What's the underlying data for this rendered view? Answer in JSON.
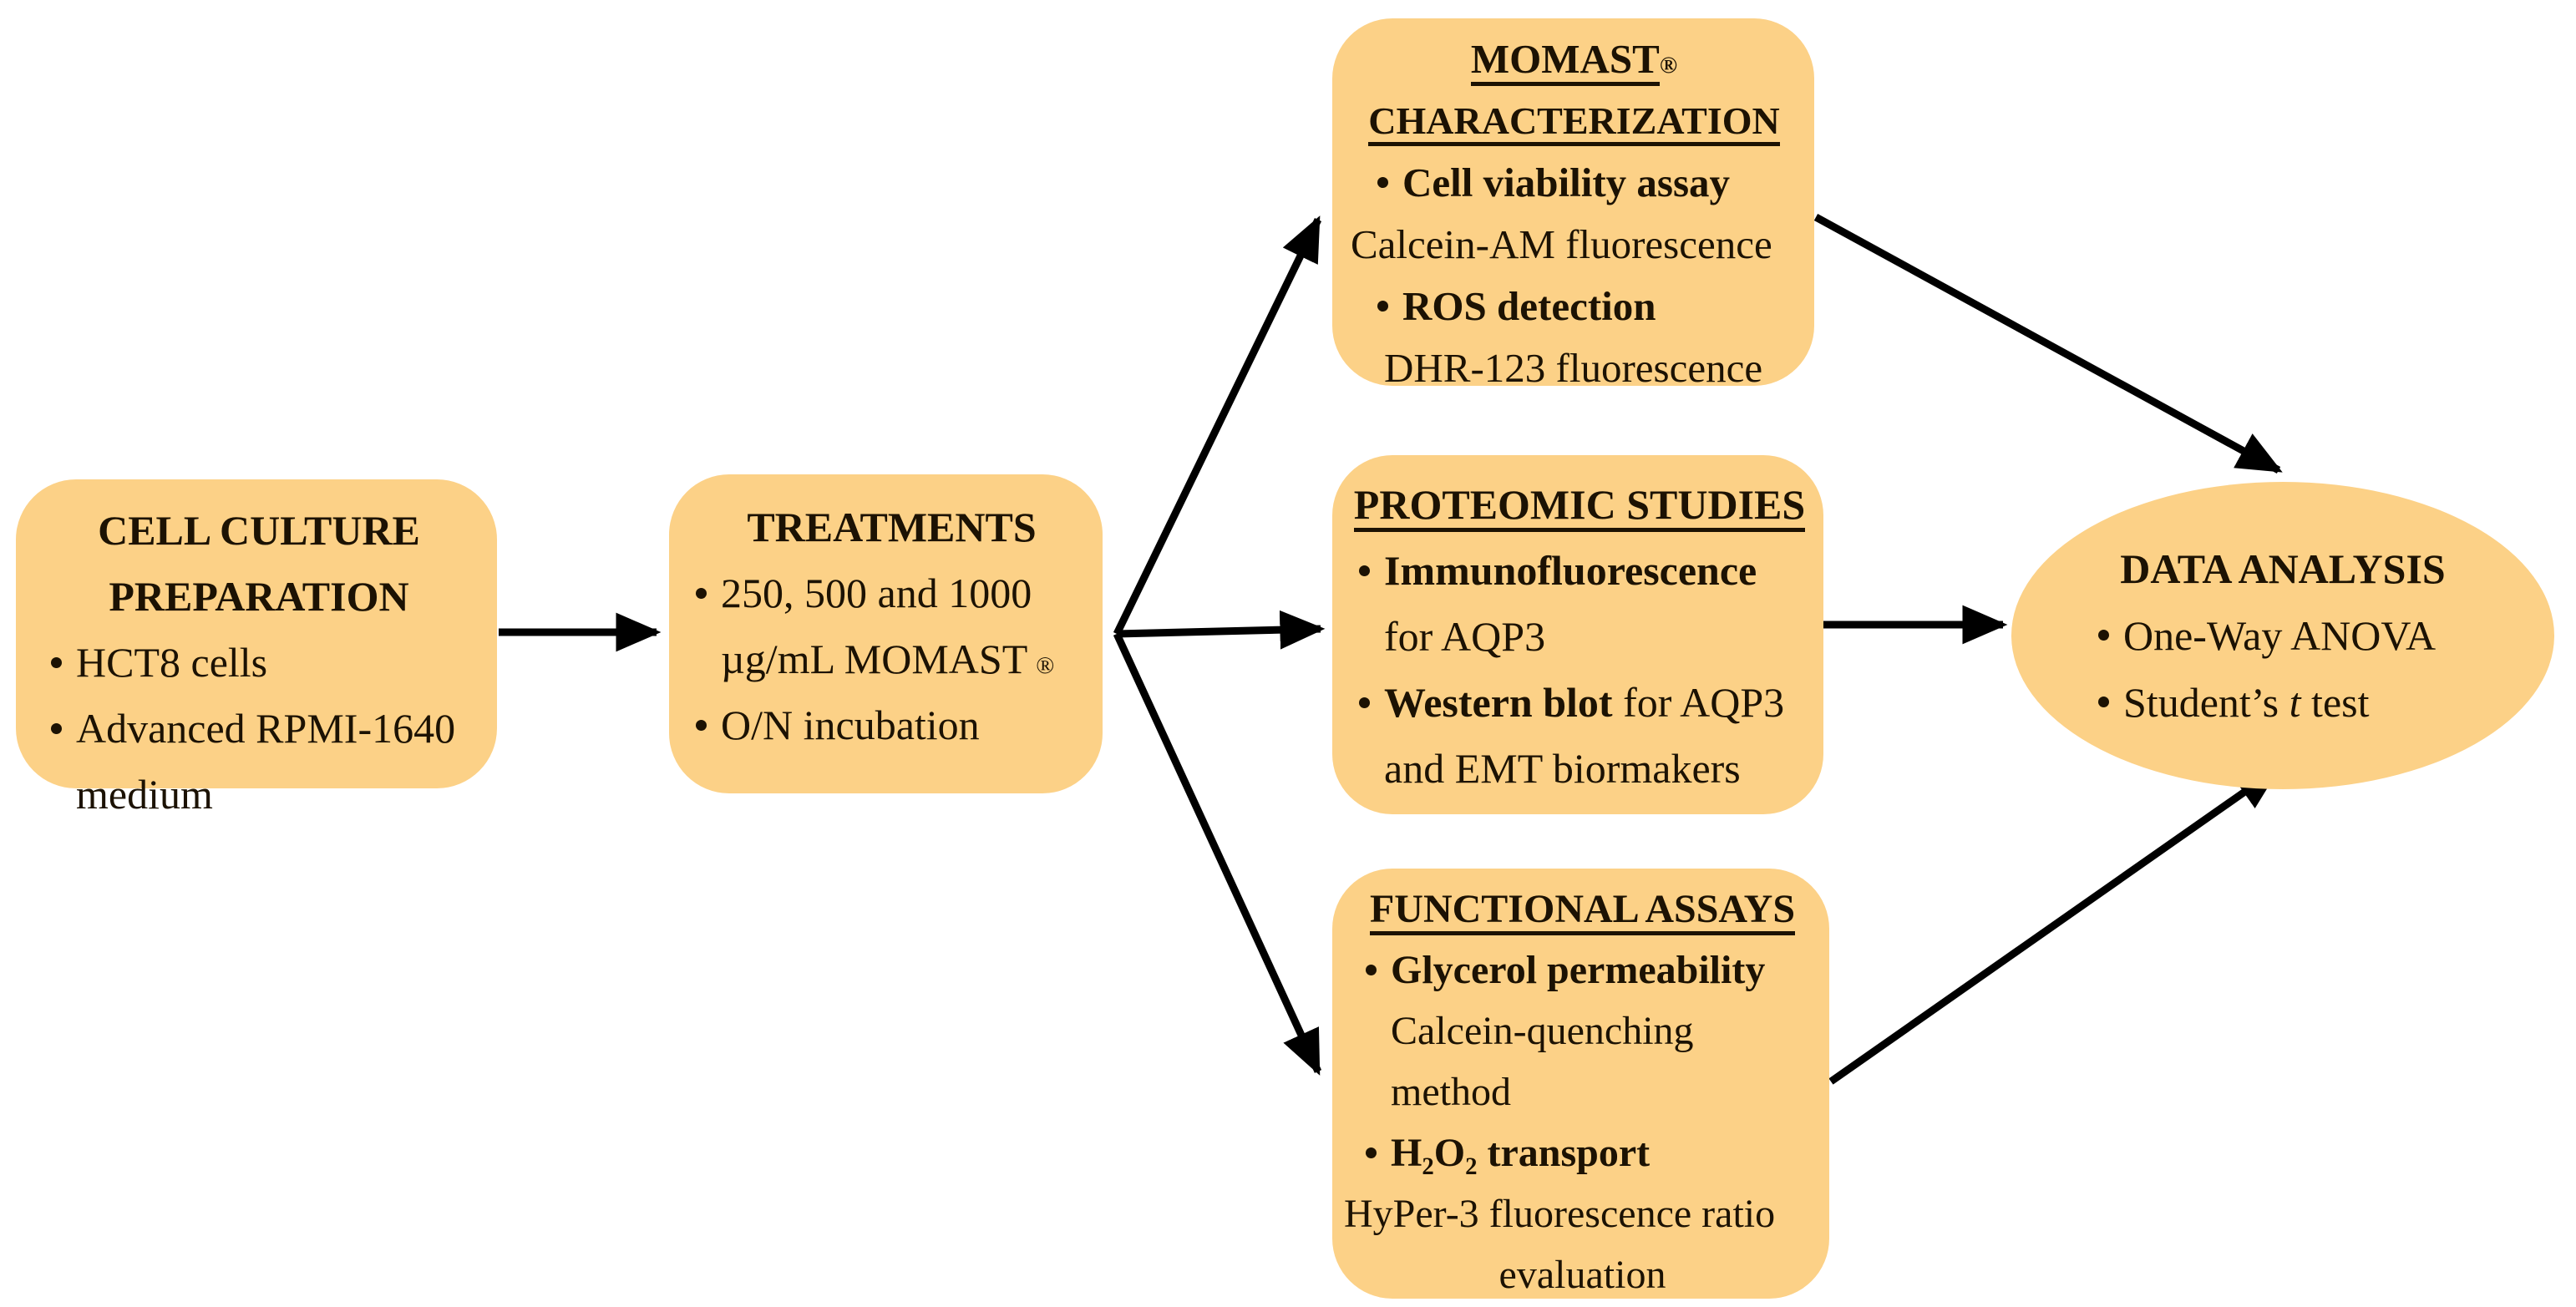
{
  "palette": {
    "background": "#FFFFFF",
    "node_fill": "#FCD187",
    "text": "#1C1203",
    "arrow": "#000000"
  },
  "nodes": {
    "cell_culture": {
      "title1": "CELL CULTURE",
      "title2": "PREPARATION",
      "bullet1": "HCT8 cells",
      "bullet2_line1": "Advanced RPMI-1640",
      "bullet2_line2": "medium"
    },
    "treatments": {
      "title": "TREATMENTS",
      "bullet1_line1": "250, 500 and 1000",
      "bullet1_line2": "µg/mL MOMAST",
      "bullet1_mark": "®",
      "bullet2": "O/N incubation"
    },
    "momast_characterization": {
      "title1": "MOMAST",
      "title1_mark": "®",
      "title2": "CHARACTERIZATION",
      "bullet1": "Cell viability assay",
      "bullet1_detail": "Calcein-AM fluorescence",
      "bullet2": "ROS detection",
      "bullet2_detail": "DHR-123 fluorescence"
    },
    "proteomic_studies": {
      "title": "PROTEOMIC STUDIES",
      "bullet1_bold": "Immunofluorescence",
      "bullet1_line2": "for AQP3",
      "bullet2_bold": "Western blot",
      "bullet2_rest": " for AQP3",
      "bullet2_line2": "and EMT biormakers"
    },
    "functional_assays": {
      "title": "FUNCTIONAL ASSAYS",
      "bullet1_bold": "Glycerol permeability",
      "bullet1_detail1": "Calcein-quenching",
      "bullet1_detail2": "method",
      "bullet2_bold": "H₂O₂ transport",
      "footer_line1": "HyPer-3 fluorescence ratio",
      "footer_line2": "evaluation"
    },
    "data_analysis": {
      "title": "DATA ANALYSIS",
      "bullet1": "One-Way ANOVA",
      "bullet2_pre": "Student’s ",
      "bullet2_italic": "t",
      "bullet2_post": " test"
    }
  }
}
